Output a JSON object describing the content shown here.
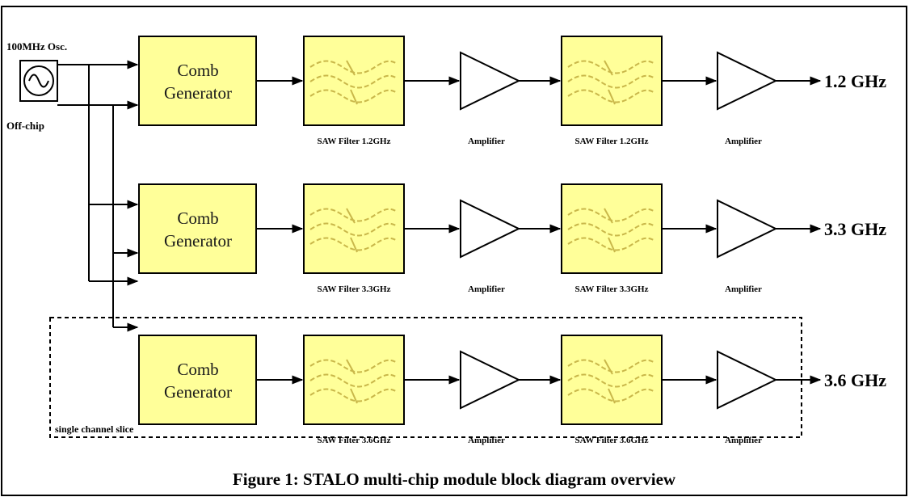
{
  "oscillator": {
    "label": "100MHz Osc.",
    "sublabel": "Off-chip"
  },
  "rows": [
    {
      "comb_line1": "Comb",
      "comb_line2": "Generator",
      "saw1_label": "SAW Filter 1.2GHz",
      "amp1_label": "Amplifier",
      "saw2_label": "SAW Filter 1.2GHz",
      "amp2_label": "Amplifier",
      "output": "1.2 GHz"
    },
    {
      "comb_line1": "Comb",
      "comb_line2": "Generator",
      "saw1_label": "SAW Filter 3.3GHz",
      "amp1_label": "Amplifier",
      "saw2_label": "SAW Filter 3.3GHz",
      "amp2_label": "Amplifier",
      "output": "3.3 GHz"
    },
    {
      "comb_line1": "Comb",
      "comb_line2": "Generator",
      "saw1_label": "SAW Filter 3.6GHz",
      "amp1_label": "Amplifier",
      "saw2_label": "SAW Filter 3.6GHz",
      "amp2_label": "Amplifier",
      "output": "3.6 GHz"
    }
  ],
  "slice_label": "single channel slice",
  "caption": "Figure 1: STALO multi-chip module block diagram overview",
  "colors": {
    "block_fill": "#ffff99",
    "line": "#000000",
    "wave": "#c9b74a"
  }
}
